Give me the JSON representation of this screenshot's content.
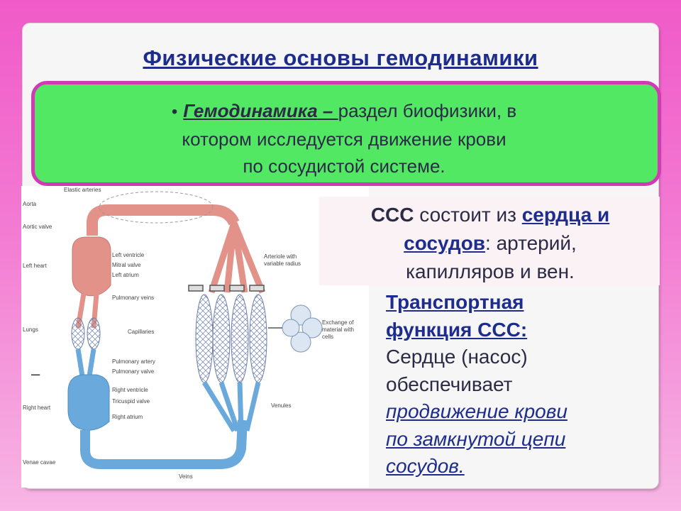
{
  "title": "Физические основы гемодинамики",
  "definition": {
    "bullet": "•",
    "term": "Гемодинамика",
    "dash": " – ",
    "line1_rest": "раздел биофизики, в",
    "line2": "котором исследуется  движение крови",
    "line3": "по сосудистой системе."
  },
  "ccc": {
    "abbr": "ССС",
    "text1": " состоит из ",
    "link1": "сердца и",
    "link2": "сосудов",
    "text2": ": артерий,",
    "line3": "капилляров  и вен."
  },
  "transport": {
    "head1": "Транспортная",
    "head2": "функция ССС:",
    "line3": "Сердце  (насос)",
    "line4": "обеспечивает",
    "ital1": "продвижение  крови",
    "ital2": "по замкнутой цепи",
    "ital3": "сосудов."
  },
  "side_dash": "–",
  "diagram_labels": {
    "elastic_arteries": "Elastic arteries",
    "aorta": "Aorta",
    "aortic_valve": "Aortic valve",
    "left_heart": "Left heart",
    "left_ventricle": "Left ventricle",
    "mitral_valve": "Mitral valve",
    "left_atrium": "Left atrium",
    "pulmonary_veins": "Pulmonary veins",
    "lungs": "Lungs",
    "capillaries": "Capillaries",
    "pulmonary_artery": "Pulmonary artery",
    "pulmonary_valve": "Pulmonary valve",
    "right_ventricle": "Right ventricle",
    "right_heart": "Right heart",
    "tricuspid_valve": "Tricuspid valve",
    "right_atrium": "Right atrium",
    "venae_cavae": "Venae cavae",
    "veins": "Veins",
    "venules": "Venules",
    "arteriole_line1": "Arteriole with",
    "arteriole_line2": "variable radius",
    "exchange_line1": "Exchange of",
    "exchange_line2": "material with",
    "exchange_line3": "cells"
  },
  "colors": {
    "arterial": "#e3928a",
    "venous": "#6aa9dc",
    "title": "#1d2d8e",
    "green_box": "#52e864",
    "box_border": "#d23ab5"
  }
}
